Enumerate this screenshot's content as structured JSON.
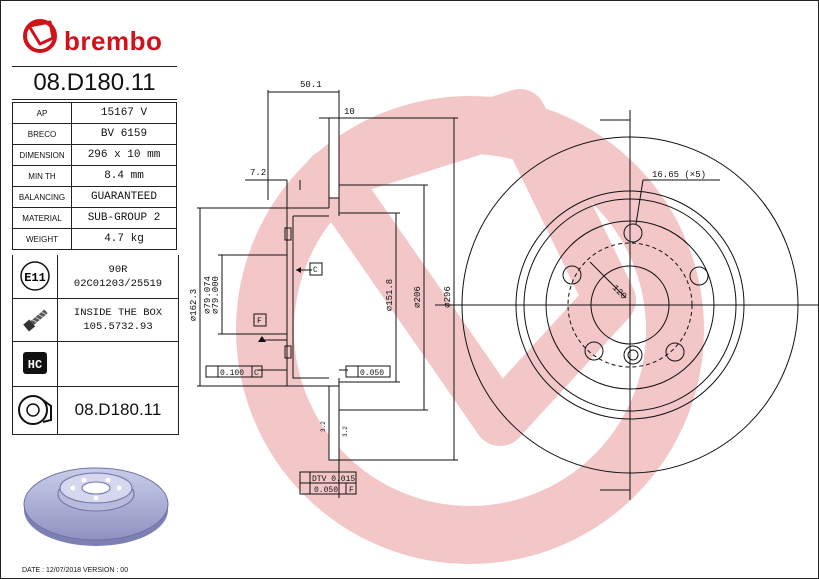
{
  "brand": {
    "name": "brembo",
    "color": "#d0121b"
  },
  "part_number": "08.D180.11",
  "specs": [
    {
      "key": "AP",
      "value": "15167 V"
    },
    {
      "key": "BRECO",
      "value": "BV 6159"
    },
    {
      "key": "DIMENSION",
      "value": "296 x 10 mm"
    },
    {
      "key": "MIN TH",
      "value": "8.4 mm"
    },
    {
      "key": "BALANCING",
      "value": "GUARANTEED"
    },
    {
      "key": "MATERIAL",
      "value": "SUB-GROUP 2"
    },
    {
      "key": "WEIGHT",
      "value": "4.7 kg"
    }
  ],
  "approval": {
    "icon_label": "E11",
    "line1": "90R",
    "line2": "02C01203/25519"
  },
  "screws": {
    "icon": "screw-icon",
    "line1": "INSIDE THE BOX",
    "line2": "105.5732.93"
  },
  "hc": {
    "icon_label": "HC"
  },
  "kit": {
    "icon": "brake-disc-icon",
    "code": "08.D180.11"
  },
  "drawing": {
    "dims": {
      "overall_height": "50.1",
      "thickness": "10",
      "hat_offset": "7.2",
      "d162": "⌀162.3",
      "d79a": "⌀79.074",
      "d79b": "⌀79.000",
      "d151": "⌀151.8",
      "d206": "⌀206",
      "d296": "⌀296",
      "bolt_holes": "16.65 (×5)",
      "pcd": "120",
      "datum_c": "C",
      "datum_f": "F",
      "flat_left": "0.100",
      "flat_left_ref": "C",
      "flat_right": "0.050",
      "dtv": "DTV 0.015",
      "runout": "0.050",
      "runout_ref": "F",
      "rough1": "3.2",
      "rough2": "3.2"
    }
  },
  "footer": "DATE : 12/07/2018 VERSION : 00"
}
